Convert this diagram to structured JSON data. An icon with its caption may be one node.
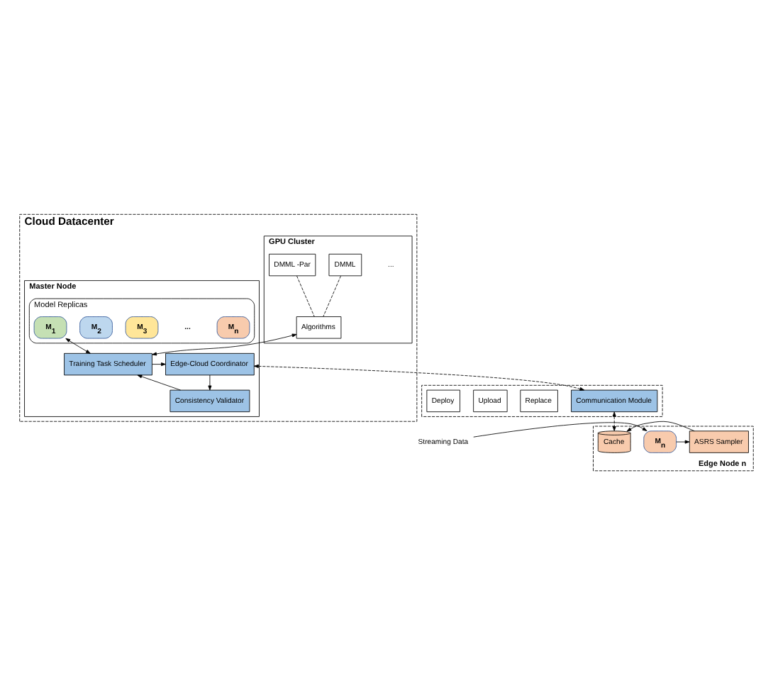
{
  "diagram": {
    "nodes": [
      {
        "text": [
          "Cloud Datacenter"
        ]
      },
      {
        "text": [
          "GPU Cluster"
        ],
        "in": 0
      },
      {
        "text": [
          "DMML"
        ],
        "in": 1
      },
      {
        "text": [
          "DMML -Par"
        ],
        "in": 1
      },
      {
        "text": [
          "Algorithms"
        ],
        "in": 1
      },
      {
        "text": [
          "Master Node"
        ],
        "in": 0
      },
      {
        "text": [
          "Model Replicas"
        ],
        "in": 5
      },
      {
        "text": [
          "M$_{1}$"
        ],
        "in": 6
      },
      {
        "text": [
          "M$_{2}$"
        ],
        "in": 6
      },
      {
        "text": [
          "M$_{3}$"
        ],
        "in": 6
      },
      {
        "text": [
          "M$_{n}$"
        ],
        "in": 6
      },
      {
        "text": [
          "Consistency Validator"
        ],
        "in": 5
      },
      {
        "text": [
          "Training Task Scheduler"
        ],
        "in": 5
      },
      {
        "text": [
          "Edge-Cloud Coordinator"
        ],
        "in": 5
      },
      {
        "text": [],
        "shape": "box"
      },
      {
        "text": [
          "Deploy"
        ],
        "in": 14
      },
      {
        "text": [
          "Upload"
        ],
        "in": 14
      },
      {
        "text": [
          "Replace"
        ],
        "in": 14
      },
      {
        "text": [
          "Communication Module"
        ],
        "in": 14
      },
      {
        "text": [
          "Streaming Data"
        ]
      },
      {
        "text": [
          "Edge Node n"
        ]
      },
      {
        "text": [
          "M$_{n}$"
        ],
        "in": 20
      },
      {
        "text": [
          "ASRS Sampler"
        ],
        "in": 20
      },
      {
        "text": [
          "Cache"
        ],
        "in": 20
      }
    ],
    "edges": [
      {
        "from": 2,
        "to": 4,
        "arrow": "none",
        "style": "dashed"
      },
      {
        "from": 3,
        "to": 4,
        "arrow": "none",
        "style": "dashed"
      },
      {
        "from": 7,
        "to": 12,
        "arrow": "both"
      },
      {
        "from": 11,
        "to": 12,
        "arrow": "to"
      },
      {
        "from": 4,
        "to": 12,
        "arrow": "both"
      },
      {
        "from": 12,
        "to": 13,
        "arrow": "to"
      },
      {
        "from": 13,
        "to": 11,
        "arrow": "to"
      },
      {
        "from": 13,
        "to": 18,
        "arrow": "both",
        "style": "dashed"
      },
      {
        "from": 18,
        "to": 23,
        "arrow": "both",
        "style": "dashed"
      },
      {
        "from": 19,
        "to": 21,
        "arrow": "to"
      },
      {
        "from": 21,
        "to": 22,
        "arrow": "to"
      },
      {
        "from": 22,
        "to": 23,
        "arrow": "to"
      }
    ],
    "labels": [
      "...",
      "..."
    ]
  }
}
